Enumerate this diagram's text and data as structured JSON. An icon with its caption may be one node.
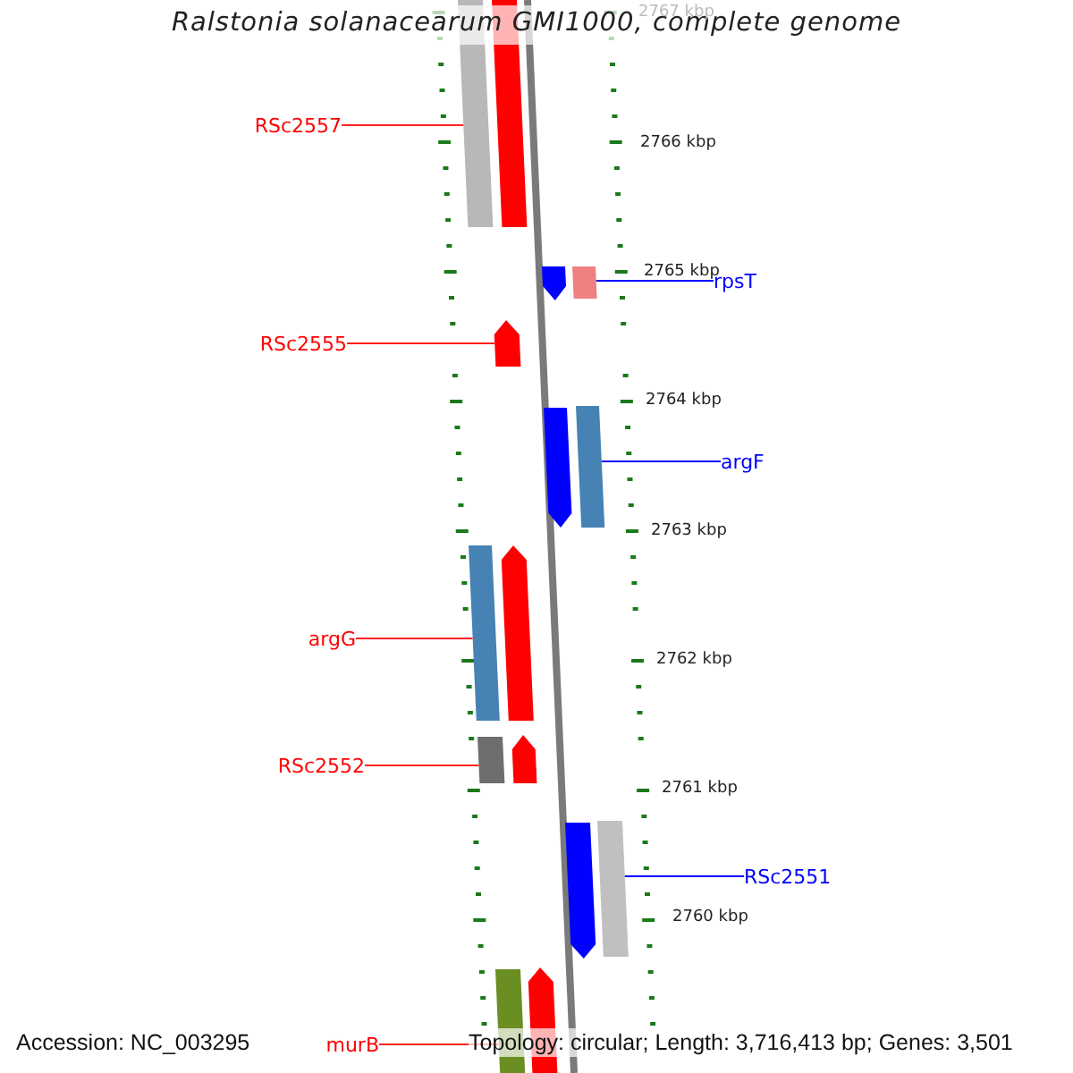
{
  "diagram": {
    "title": "Ralstonia solanacearum GMI1000, complete genome",
    "nodes": [
      {
        "text": [
          "RSc2557"
        ]
      },
      {
        "text": [
          "rpsT"
        ]
      },
      {
        "text": [
          "RSc2555"
        ]
      },
      {
        "text": [
          "argF"
        ]
      },
      {
        "text": [
          "argG"
        ]
      },
      {
        "text": [
          "RSc2552"
        ]
      },
      {
        "text": [
          "RSc2551"
        ]
      },
      {
        "text": [
          "murB"
        ]
      },
      {
        "text": [],
        "shape": "bar"
      },
      {
        "text": [],
        "shape": "bar"
      },
      {
        "text": [],
        "shape": "pentagon"
      },
      {
        "text": [],
        "shape": "bar"
      },
      {
        "text": [],
        "shape": "pentagon"
      },
      {
        "text": [],
        "shape": "pentagon"
      },
      {
        "text": [],
        "shape": "bar"
      },
      {
        "text": [],
        "shape": "bar"
      },
      {
        "text": [],
        "shape": "pentagon"
      },
      {
        "text": [],
        "shape": "bar"
      },
      {
        "text": [],
        "shape": "pentagon"
      },
      {
        "text": [],
        "shape": "pentagon"
      },
      {
        "text": [],
        "shape": "bar"
      },
      {
        "text": [],
        "shape": "bar"
      },
      {
        "text": [],
        "shape": "pentagon"
      }
    ],
    "edges": [
      {
        "from": 0,
        "to": 8,
        "arrow": "none"
      },
      {
        "from": 1,
        "to": 11,
        "arrow": "none",
        "color": "#0000ff"
      },
      {
        "from": 2,
        "to": 12,
        "arrow": "none"
      },
      {
        "from": 3,
        "to": 14,
        "arrow": "none",
        "color": "#0000ff"
      },
      {
        "from": 4,
        "to": 15,
        "arrow": "none"
      },
      {
        "from": 5,
        "to": 17,
        "arrow": "none"
      },
      {
        "from": 6,
        "to": 20,
        "arrow": "none",
        "color": "#0000ff"
      },
      {
        "from": 7,
        "to": 21,
        "arrow": "none"
      }
    ],
    "labels": [
      "2767 kbp",
      "2766 kbp",
      "2765 kbp",
      "2764 kbp",
      "2763 kbp",
      "2762 kbp",
      "2761 kbp",
      "2760 kbp",
      "Accession: NC_003295",
      "Topology: circular; Length: 3,716,413 bp; Genes: 3,501"
    ]
  }
}
